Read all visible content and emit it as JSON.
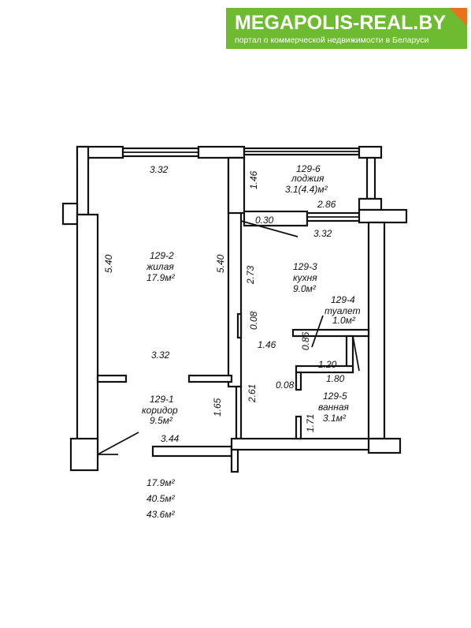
{
  "watermark": {
    "title": "MEGAPOLIS-REAL.BY",
    "subtitle": "портал о коммерческой недвижимости в Беларуси",
    "bg_color": "#6dbb31",
    "fold_color": "#e8731c"
  },
  "rooms": [
    {
      "id": "129-2",
      "name": "жилая",
      "area": "17.9м²"
    },
    {
      "id": "129-3",
      "name": "кухня",
      "area": "9.0м²"
    },
    {
      "id": "129-4",
      "name": "туалет",
      "area": "1.0м²"
    },
    {
      "id": "129-5",
      "name": "ванная",
      "area": "3.1м²"
    },
    {
      "id": "129-6",
      "name": "лоджия",
      "area": "3.1(4.4)м²"
    },
    {
      "id": "129-1",
      "name": "коридор",
      "area": "9.5м²"
    }
  ],
  "dimensions": [
    "3.32",
    "5.40",
    "5.40",
    "3.32",
    "1.46",
    "2.86",
    "0.30",
    "3.32",
    "2.73",
    "0.08",
    "1.46",
    "0.86",
    "1.20",
    "1.80",
    "0.08",
    "2.61",
    "1.65",
    "3.44",
    "1.71"
  ],
  "totals": [
    "17.9м²",
    "40.5м²",
    "43.6м²"
  ]
}
